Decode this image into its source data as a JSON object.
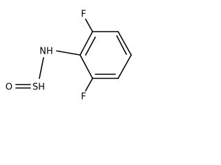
{
  "structure": {
    "atoms": {
      "f_top": "F",
      "f_bottom": "F",
      "nh": "NH",
      "sh": "SH",
      "o": "O"
    },
    "colors": {
      "bond": "#000000",
      "label": "#000000",
      "background": "#ffffff"
    }
  }
}
